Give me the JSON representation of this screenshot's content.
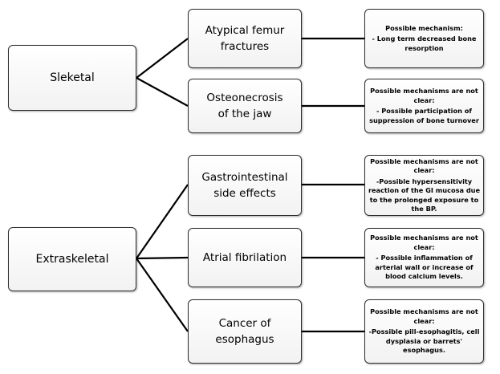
{
  "categories": [
    {
      "label": "Sleketal"
    },
    {
      "label": "Extraskeletal"
    }
  ],
  "effects": [
    {
      "line1": "Atypical femur",
      "line2": "fractures",
      "mechanism": {
        "heading": "Possible mechanism:",
        "text": "- Long term decreased bone resorption"
      }
    },
    {
      "line1": "Osteonecrosis",
      "line2": "of the jaw",
      "mechanism": {
        "heading": "Possible mechanisms are not clear:",
        "text": "- Possible participation of suppression of bone turnover"
      }
    },
    {
      "line1": "Gastrointestinal",
      "line2": "side effects",
      "mechanism": {
        "heading": "Possible mechanisms are not clear:",
        "text": "-Possible hypersensitivity reaction of the GI mucosa due to the prolonged exposure to the BP."
      }
    },
    {
      "line1": "Atrial fibrilation",
      "line2": "",
      "mechanism": {
        "heading": "Possible mechanisms are not clear:",
        "text": "- Possible inflammation of arterial wall or increase of blood calcium levels."
      }
    },
    {
      "line1": "Cancer of esophagus",
      "line2": "",
      "mechanism": {
        "heading": "Possible mechanisms are not clear:",
        "text": "-Possible pill-esophagitis, cell dysplasia or barrets' esophagus."
      }
    }
  ]
}
